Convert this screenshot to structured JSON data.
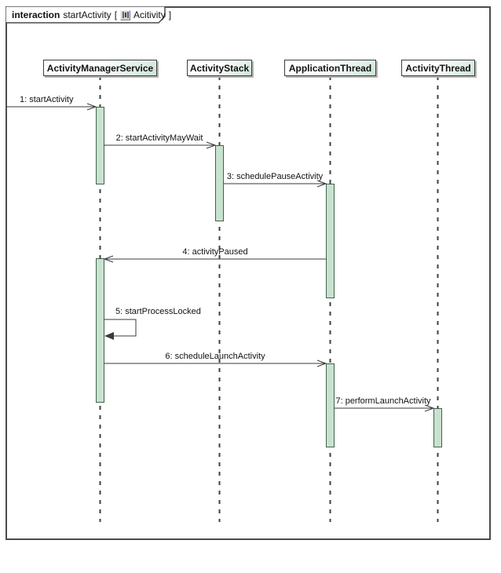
{
  "frame": {
    "keyword": "interaction",
    "name": "startActivity",
    "bracket_open": "[",
    "ref": "Acitivity",
    "bracket_close": "]",
    "icon": "sequence-diagram-icon"
  },
  "lifelines": [
    {
      "label": "ActivityManagerService"
    },
    {
      "label": "ActivityStack"
    },
    {
      "label": "ApplicationThread"
    },
    {
      "label": "ActivityThread"
    }
  ],
  "messages": [
    {
      "label": "1: startActivity",
      "from": "frame-edge",
      "to": "ActivityManagerService"
    },
    {
      "label": "2: startActivityMayWait",
      "from": "ActivityManagerService",
      "to": "ActivityStack"
    },
    {
      "label": "3: schedulePauseActivity",
      "from": "ActivityStack",
      "to": "ApplicationThread"
    },
    {
      "label": "4: activityPaused",
      "from": "ApplicationThread",
      "to": "ActivityManagerService"
    },
    {
      "label": "5: startProcessLocked",
      "from": "ActivityManagerService",
      "to": "ActivityManagerService",
      "self_message": true
    },
    {
      "label": "6: scheduleLaunchActivity",
      "from": "ActivityManagerService",
      "to": "ApplicationThread"
    },
    {
      "label": "7: performLaunchActivity",
      "from": "ApplicationThread",
      "to": "ActivityThread"
    }
  ],
  "colors": {
    "activation_fill": "#c9e2cf",
    "activation_border": "#41604f",
    "header_gradient_end": "#cde5d6",
    "frame_border": "#4b4b4b",
    "line": "#3a3a3a",
    "text": "#111111"
  }
}
